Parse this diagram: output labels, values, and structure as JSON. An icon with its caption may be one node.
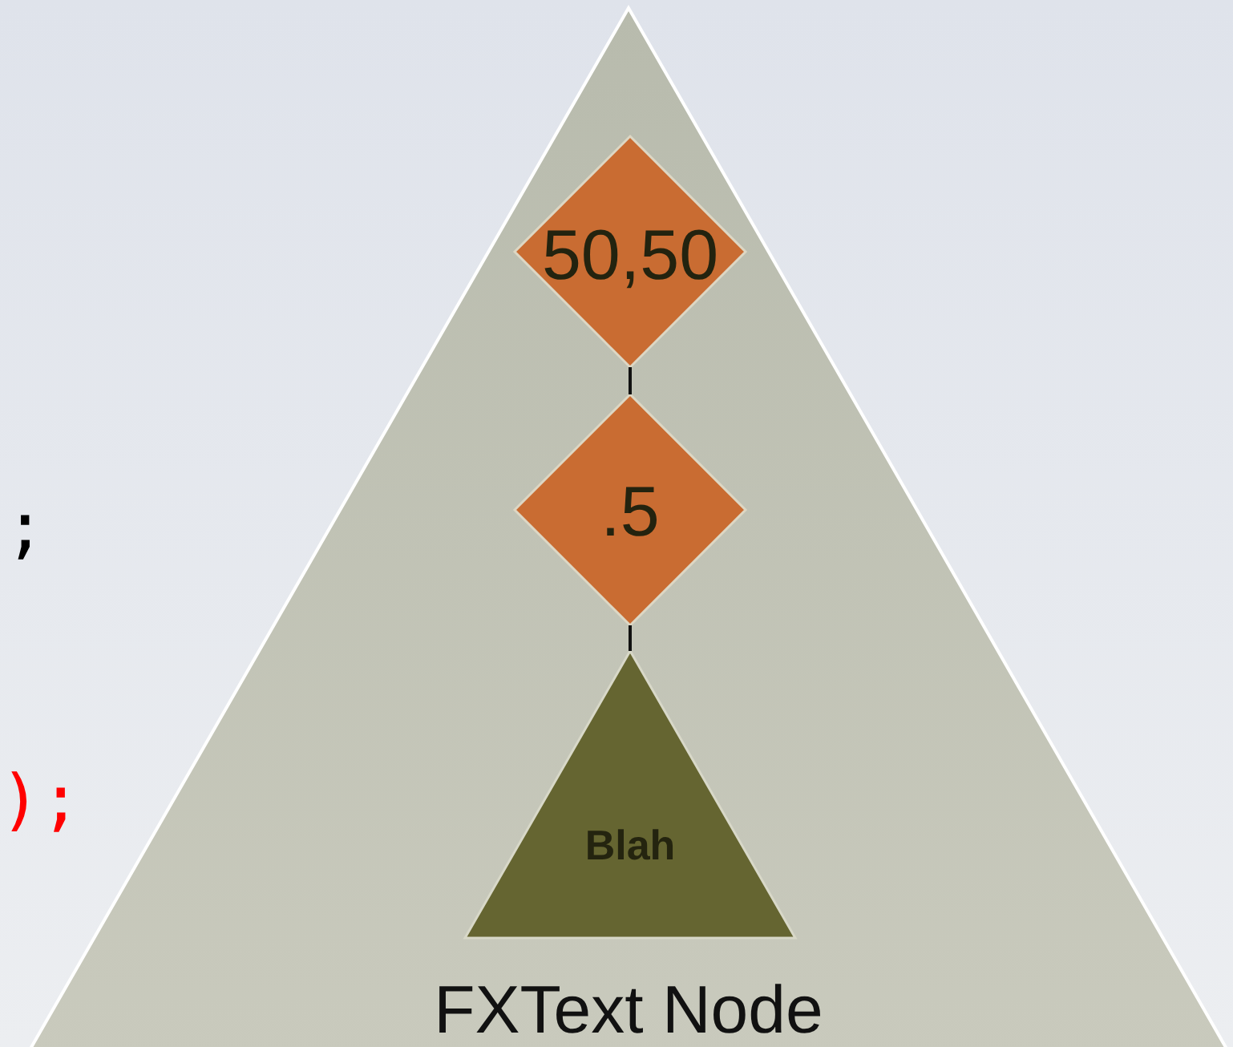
{
  "diagram": {
    "nodes": [
      {
        "text": [
          "FXText Node"
        ]
      },
      {
        "text": [
          "50,50"
        ],
        "in": 0
      },
      {
        "text": [
          ".5"
        ],
        "in": 0
      },
      {
        "text": [
          "Blah"
        ],
        "in": 0
      }
    ],
    "edges": [
      {
        "from": 1,
        "to": 2,
        "arrow": "none"
      },
      {
        "from": 2,
        "to": 3,
        "arrow": "none"
      }
    ],
    "labels": [
      ";",
      ");"
    ]
  }
}
